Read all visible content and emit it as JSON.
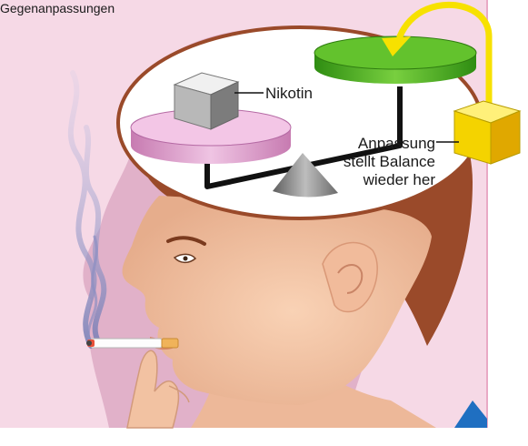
{
  "header_text": "Gegenanpassungen",
  "labels": {
    "nicotine": "Nikotin",
    "adaptation_line1": "Anpassung",
    "adaptation_line2": "stellt Balance",
    "adaptation_line3": "wieder her"
  },
  "colors": {
    "background_pink": "#f6d9e6",
    "pink_pan": "#e7b2d8",
    "green_pan": "#63c22d",
    "yellow_cube": "#f4d300",
    "arrow_yellow": "#f7e100",
    "skin": "#f6c7a8",
    "hair": "#9a4a2a"
  },
  "icons": [
    "cigarette",
    "smoke-plume",
    "balance-scale",
    "nicotine-cube",
    "adaptation-cube",
    "curved-arrow"
  ]
}
